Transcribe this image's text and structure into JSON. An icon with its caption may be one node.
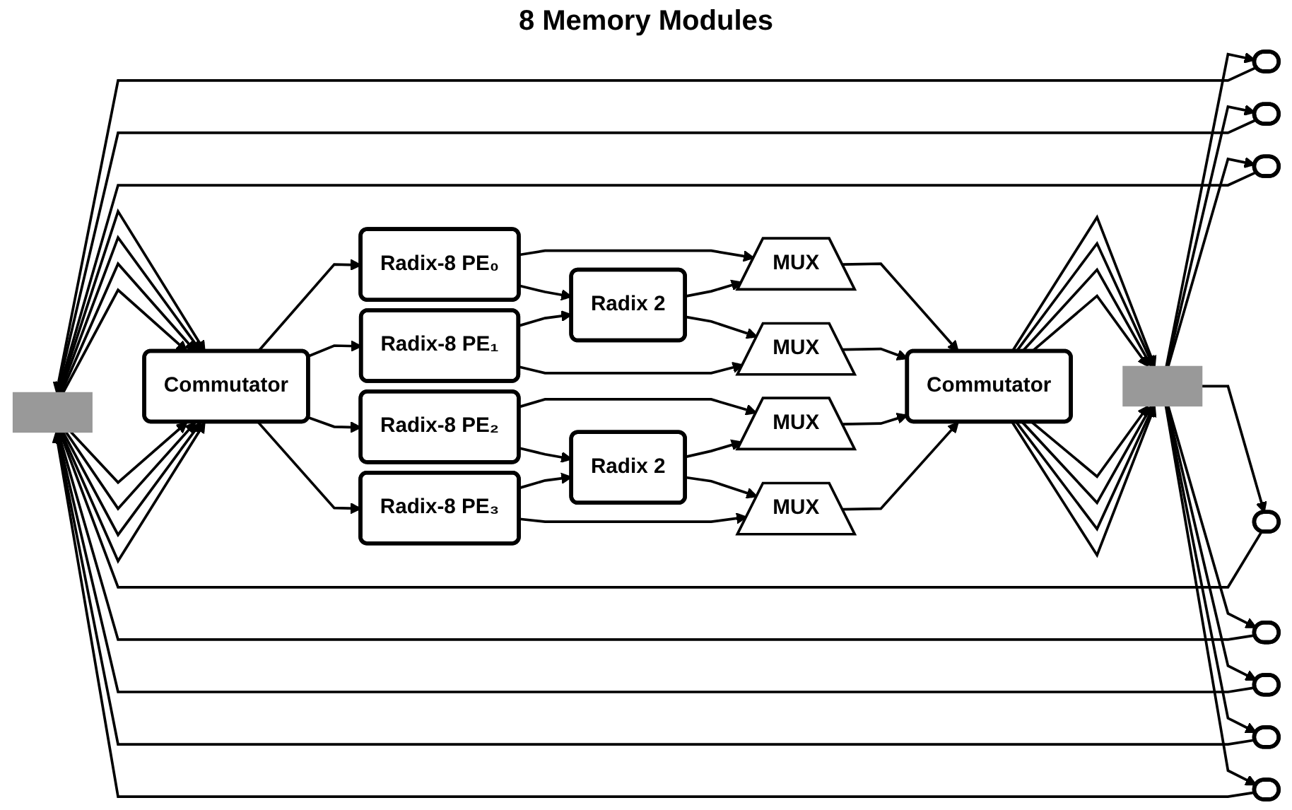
{
  "diagram": {
    "title": "8 Memory Modules",
    "nodes": [
      {
        "text": [],
        "shape": "bar"
      },
      {
        "text": [],
        "shape": "box"
      },
      {
        "text": [],
        "shape": "box"
      },
      {
        "text": [],
        "shape": "box"
      },
      {
        "text": [],
        "shape": "box"
      },
      {
        "text": [],
        "shape": "box"
      },
      {
        "text": [],
        "shape": "box"
      },
      {
        "text": [],
        "shape": "box"
      },
      {
        "text": [],
        "shape": "box"
      },
      {
        "text": [],
        "shape": "bar"
      },
      {
        "text": [
          "Commutator"
        ]
      },
      {
        "text": [
          "Radix-8 PE₀"
        ]
      },
      {
        "text": [
          "Radix-8 PE₁"
        ]
      },
      {
        "text": [
          "Radix-8 PE₂"
        ]
      },
      {
        "text": [
          "Radix-8 PE₃"
        ]
      },
      {
        "text": [
          "Radix 2"
        ]
      },
      {
        "text": [
          "Radix 2"
        ]
      },
      {
        "text": [
          "MUX"
        ]
      },
      {
        "text": [
          "MUX"
        ]
      },
      {
        "text": [
          "MUX"
        ]
      },
      {
        "text": [
          "MUX"
        ]
      },
      {
        "text": [
          "Commutator"
        ]
      }
    ],
    "edges": [
      {
        "from": 9,
        "to": 1,
        "arrow": "to"
      },
      {
        "from": 9,
        "to": 2,
        "arrow": "to"
      },
      {
        "from": 9,
        "to": 3,
        "arrow": "to"
      },
      {
        "from": 9,
        "to": 4,
        "arrow": "to"
      },
      {
        "from": 9,
        "to": 5,
        "arrow": "to"
      },
      {
        "from": 9,
        "to": 6,
        "arrow": "to"
      },
      {
        "from": 9,
        "to": 7,
        "arrow": "to"
      },
      {
        "from": 9,
        "to": 8,
        "arrow": "to"
      },
      {
        "from": 1,
        "to": 0,
        "arrow": "to"
      },
      {
        "from": 2,
        "to": 0,
        "arrow": "to"
      },
      {
        "from": 3,
        "to": 0,
        "arrow": "to"
      },
      {
        "from": 4,
        "to": 0,
        "arrow": "to"
      },
      {
        "from": 5,
        "to": 0,
        "arrow": "to"
      },
      {
        "from": 6,
        "to": 0,
        "arrow": "to"
      },
      {
        "from": 7,
        "to": 0,
        "arrow": "to"
      },
      {
        "from": 8,
        "to": 0,
        "arrow": "to"
      },
      {
        "from": 0,
        "to": 10,
        "arrow": "to"
      },
      {
        "from": 0,
        "to": 10,
        "arrow": "to"
      },
      {
        "from": 0,
        "to": 10,
        "arrow": "to"
      },
      {
        "from": 0,
        "to": 10,
        "arrow": "to"
      },
      {
        "from": 0,
        "to": 10,
        "arrow": "to"
      },
      {
        "from": 0,
        "to": 10,
        "arrow": "to"
      },
      {
        "from": 0,
        "to": 10,
        "arrow": "to"
      },
      {
        "from": 0,
        "to": 10,
        "arrow": "to"
      },
      {
        "from": 10,
        "to": 11,
        "arrow": "to"
      },
      {
        "from": 10,
        "to": 12,
        "arrow": "to"
      },
      {
        "from": 10,
        "to": 13,
        "arrow": "to"
      },
      {
        "from": 10,
        "to": 14,
        "arrow": "to"
      },
      {
        "from": 11,
        "to": 17,
        "arrow": "to"
      },
      {
        "from": 11,
        "to": 15,
        "arrow": "to"
      },
      {
        "from": 15,
        "to": 17,
        "arrow": "to"
      },
      {
        "from": 12,
        "to": 15,
        "arrow": "to"
      },
      {
        "from": 15,
        "to": 18,
        "arrow": "to"
      },
      {
        "from": 12,
        "to": 18,
        "arrow": "to"
      },
      {
        "from": 13,
        "to": 19,
        "arrow": "to"
      },
      {
        "from": 13,
        "to": 16,
        "arrow": "to"
      },
      {
        "from": 16,
        "to": 19,
        "arrow": "to"
      },
      {
        "from": 14,
        "to": 16,
        "arrow": "to"
      },
      {
        "from": 16,
        "to": 20,
        "arrow": "to"
      },
      {
        "from": 14,
        "to": 20,
        "arrow": "to"
      },
      {
        "from": 17,
        "to": 21,
        "arrow": "to"
      },
      {
        "from": 18,
        "to": 21,
        "arrow": "to"
      },
      {
        "from": 19,
        "to": 21,
        "arrow": "to"
      },
      {
        "from": 20,
        "to": 21,
        "arrow": "to"
      },
      {
        "from": 21,
        "to": 9,
        "arrow": "to"
      },
      {
        "from": 21,
        "to": 9,
        "arrow": "to"
      },
      {
        "from": 21,
        "to": 9,
        "arrow": "to"
      },
      {
        "from": 21,
        "to": 9,
        "arrow": "to"
      },
      {
        "from": 21,
        "to": 9,
        "arrow": "to"
      },
      {
        "from": 21,
        "to": 9,
        "arrow": "to"
      },
      {
        "from": 21,
        "to": 9,
        "arrow": "to"
      },
      {
        "from": 21,
        "to": 9,
        "arrow": "to"
      }
    ]
  }
}
